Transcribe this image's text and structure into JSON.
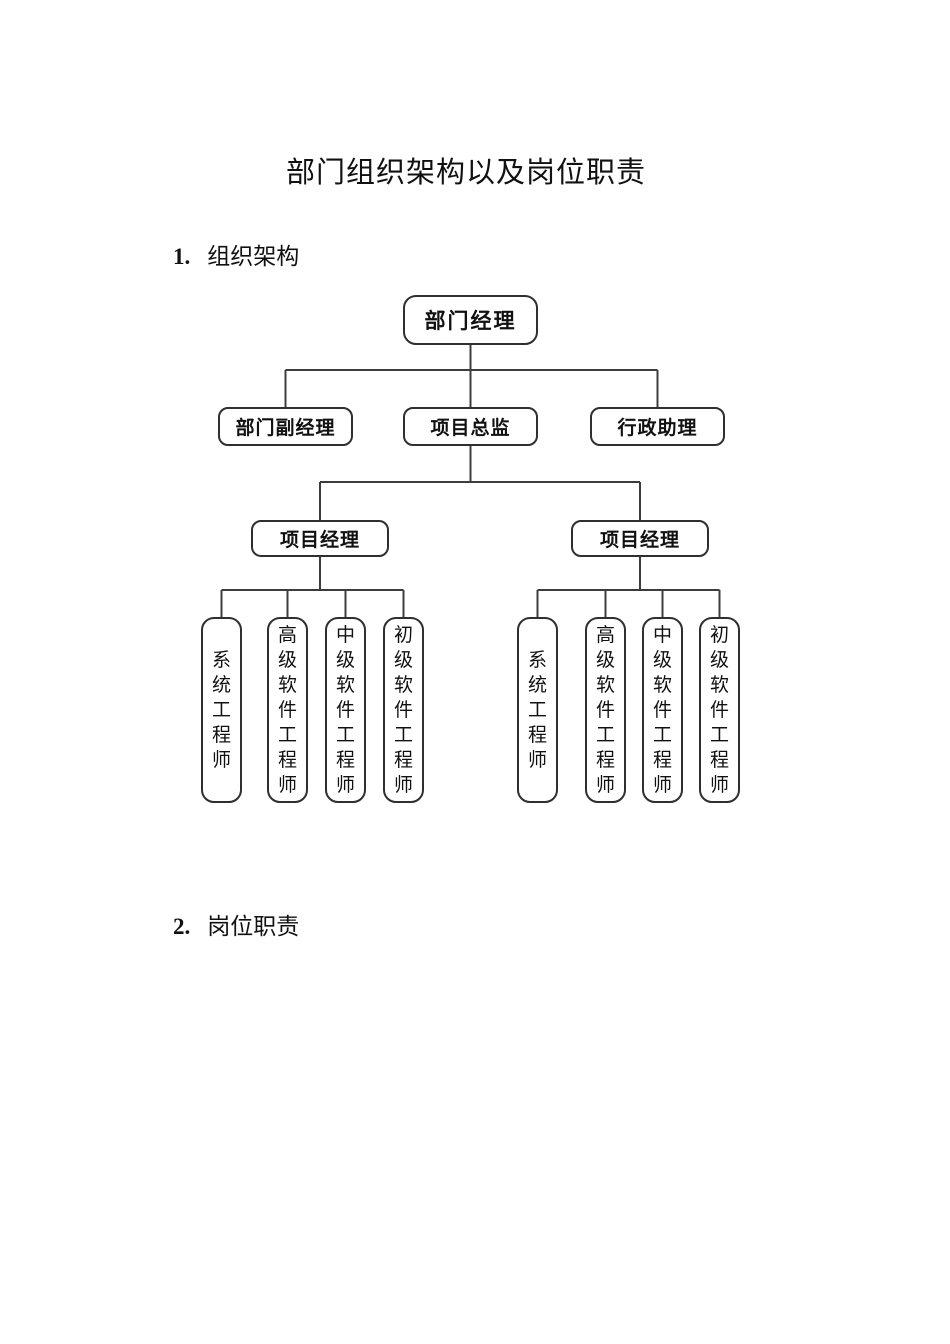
{
  "document": {
    "title": "部门组织架构以及岗位职责",
    "section1": {
      "number": "1.",
      "label": "组织架构"
    },
    "section2": {
      "number": "2.",
      "label": "岗位职责"
    }
  },
  "org_chart": {
    "root": {
      "label": "部门经理"
    },
    "level2": [
      {
        "label": "部门副经理"
      },
      {
        "label": "项目总监"
      },
      {
        "label": "行政助理"
      }
    ],
    "teams": [
      {
        "manager": {
          "label": "项目经理"
        },
        "roles": [
          {
            "label": "系统工程师"
          },
          {
            "label": "高级软件工程师"
          },
          {
            "label": "中级软件工程师"
          },
          {
            "label": "初级软件工程师"
          }
        ]
      },
      {
        "manager": {
          "label": "项目经理"
        },
        "roles": [
          {
            "label": "系统工程师"
          },
          {
            "label": "高级软件工程师"
          },
          {
            "label": "中级软件工程师"
          },
          {
            "label": "初级软件工程师"
          }
        ]
      }
    ],
    "colors": {
      "line": "#3d3d3d",
      "box_border": "#2f2f2f",
      "text": "#111111",
      "page_background": "#ffffff"
    }
  }
}
